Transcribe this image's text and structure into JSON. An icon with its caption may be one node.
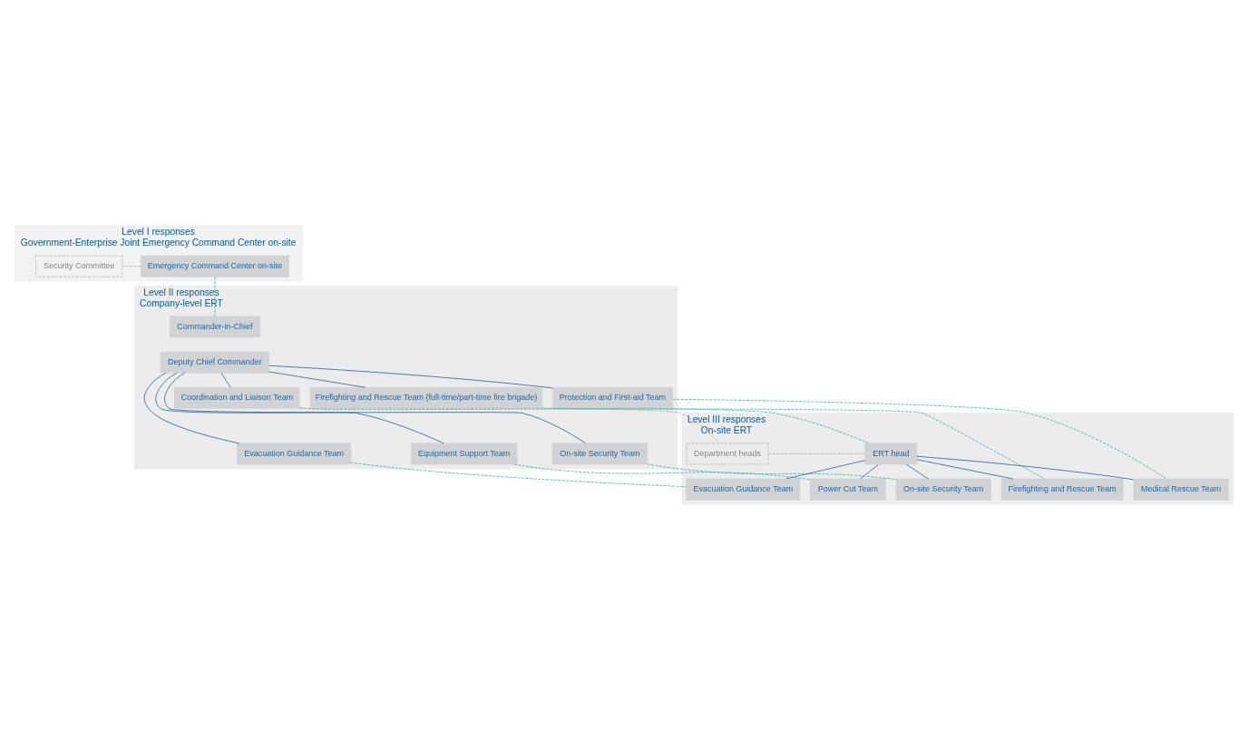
{
  "diagram": {
    "nodes": [
      {
        "text": [
          "Level I responses",
          "Government-Enterprise Joint Emergency Command Center on-site"
        ]
      },
      {
        "text": [
          "Emergency Command Center on-site"
        ],
        "in": 0
      },
      {
        "text": [
          "Security Committee"
        ],
        "in": 0
      },
      {
        "text": [
          "Level II responses",
          "Company-level ERT"
        ]
      },
      {
        "text": [
          "Commander-in-Chief"
        ],
        "in": 3
      },
      {
        "text": [
          "Deputy Chief Commander"
        ],
        "in": 3
      },
      {
        "text": [
          "Evacuation Guidance Team"
        ],
        "in": 3
      },
      {
        "text": [
          "Equipment Support Team"
        ],
        "in": 3
      },
      {
        "text": [
          "On-site Security Team"
        ],
        "in": 3
      },
      {
        "text": [
          "Coordination and Liaison Team"
        ],
        "in": 3
      },
      {
        "text": [
          "Firefighting and Rescue Team (full-time/part-time fire brigade)"
        ],
        "in": 3
      },
      {
        "text": [
          "Protection and First-aid Team"
        ],
        "in": 3
      },
      {
        "text": [
          "Level III responses",
          "On-site ERT"
        ]
      },
      {
        "text": [
          "ERT head"
        ],
        "in": 12
      },
      {
        "text": [
          "Department heads"
        ],
        "in": 12
      },
      {
        "text": [
          "Evacuation Guidance Team"
        ],
        "in": 12
      },
      {
        "text": [
          "Power Cut Team"
        ],
        "in": 12
      },
      {
        "text": [
          "On-site Security Team"
        ],
        "in": 12
      },
      {
        "text": [
          "Firefighting and Rescue Team"
        ],
        "in": 12
      },
      {
        "text": [
          "Medical Rescue Team"
        ],
        "in": 12
      }
    ],
    "edges": [
      {
        "from": 1,
        "to": 4,
        "arrow": "none",
        "style": "dashed",
        "color": "#2ab7a4"
      },
      {
        "from": 1,
        "to": 2,
        "arrow": "none",
        "style": "dashed",
        "color": "#aaaaaa"
      },
      {
        "from": 5,
        "to": 6,
        "arrow": "none"
      },
      {
        "from": 5,
        "to": 7,
        "arrow": "none"
      },
      {
        "from": 5,
        "to": 8,
        "arrow": "none"
      },
      {
        "from": 5,
        "to": 9,
        "arrow": "none"
      },
      {
        "from": 5,
        "to": 10,
        "arrow": "none"
      },
      {
        "from": 5,
        "to": 11,
        "arrow": "none"
      },
      {
        "from": 6,
        "to": 15,
        "arrow": "none",
        "style": "dashed",
        "color": "#2ab7a4"
      },
      {
        "from": 7,
        "to": 16,
        "arrow": "none",
        "style": "dashed",
        "color": "#2ab7a4"
      },
      {
        "from": 8,
        "to": 17,
        "arrow": "none",
        "style": "dashed",
        "color": "#2ab7a4"
      },
      {
        "from": 9,
        "to": 13,
        "arrow": "none",
        "style": "dashed",
        "color": "#2ab7a4"
      },
      {
        "from": 9,
        "to": 14,
        "arrow": "none",
        "style": "dashed",
        "color": "#aaaaaa"
      },
      {
        "from": 10,
        "to": 18,
        "arrow": "none",
        "style": "dashed",
        "color": "#2ab7a4"
      },
      {
        "from": 11,
        "to": 19,
        "arrow": "none",
        "style": "dashed",
        "color": "#2ab7a4"
      },
      {
        "from": 13,
        "to": 14,
        "arrow": "none",
        "style": "dashed",
        "color": "#aaaaaa"
      },
      {
        "from": 13,
        "to": 15,
        "arrow": "none"
      },
      {
        "from": 13,
        "to": 16,
        "arrow": "none"
      },
      {
        "from": 13,
        "to": 17,
        "arrow": "none"
      },
      {
        "from": 13,
        "to": 18,
        "arrow": "none"
      },
      {
        "from": 13,
        "to": 19,
        "arrow": "none"
      }
    ]
  }
}
